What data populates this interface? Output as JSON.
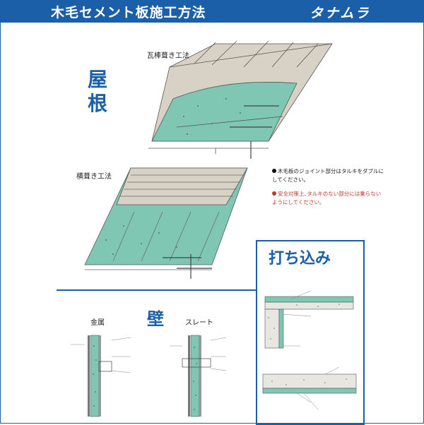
{
  "header": {
    "title": "木毛セメント板施工方法",
    "logo": "タナムラ"
  },
  "roof": {
    "section_label": "屋根",
    "method1": "瓦棒葺き工法",
    "method2": "横葺き工法"
  },
  "notes": [
    {
      "text": "木毛板のジョイント部分はタルキをダブルにしてください。",
      "color": "#222222",
      "dot": "#111111"
    },
    {
      "text": "安全対策上､タルキのない部分には乗らないようにしてください。",
      "color": "#c0392b",
      "dot": "#c0392b"
    }
  ],
  "wall": {
    "section_label": "壁",
    "metal": "金属",
    "slate": "スレート"
  },
  "casting": {
    "section_label": "打ち込み"
  },
  "colors": {
    "brand_blue": "#1a5fa8",
    "board_green": "#7fc7b3",
    "roof_beige": "#d8d2c6"
  }
}
